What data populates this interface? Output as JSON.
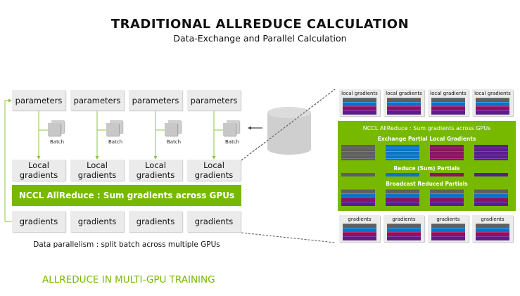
{
  "header": {
    "title": "TRADITIONAL ALLREDUCE CALCULATION",
    "subtitle": "Data-Exchange and Parallel Calculation"
  },
  "left_diagram": {
    "gpus": [
      {
        "parameters": "parameters",
        "batch": "Batch",
        "local_gradients": [
          "Local",
          "gradients"
        ],
        "gradients": "gradients"
      },
      {
        "parameters": "parameters",
        "batch": "Batch",
        "local_gradients": [
          "Local",
          "gradients"
        ],
        "gradients": "gradients"
      },
      {
        "parameters": "parameters",
        "batch": "Batch",
        "local_gradients": [
          "Local",
          "gradients"
        ],
        "gradients": "gradients"
      },
      {
        "parameters": "parameters",
        "batch": "Batch",
        "local_gradients": [
          "Local",
          "gradients"
        ],
        "gradients": "gradients"
      }
    ],
    "allreduce_bar": "NCCL AllReduce : Sum gradients across GPUs",
    "caption": "Data parallelism : split batch across multiple GPUs"
  },
  "right_diagram": {
    "top_boxes": [
      "local gradients",
      "local gradients",
      "local gradients",
      "local gradients"
    ],
    "panel_title": "NCCL AllReduce : Sum gradients across GPUs",
    "step_exchange": "Exchange Partial Local Gradients",
    "step_reduce": "Reduce (Sum) Partials",
    "step_broadcast": "Broadcast Reduced Partials",
    "bottom_boxes": [
      "gradients",
      "gradients",
      "gradients",
      "gradients"
    ],
    "partition_colors": [
      "#5f5f5f",
      "#0d74c4",
      "#8a1462",
      "#5a1e8c"
    ]
  },
  "footer": {
    "label": "ALLREDUCE IN MULTI-GPU TRAINING"
  },
  "colors": {
    "accent_green": "#76b900",
    "box_gray": "#ebebeb"
  }
}
